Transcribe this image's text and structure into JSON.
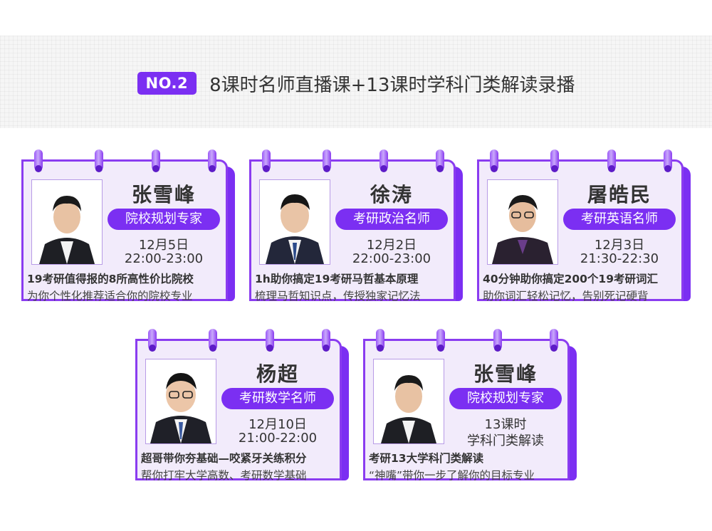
{
  "header": {
    "badge": "NO.2",
    "title": "8课时名师直播课+13课时学科门类解读录播"
  },
  "cards": [
    {
      "name": "张雪峰",
      "role": "院校规划专家",
      "date": "12月5日",
      "time": "22:00-23:00",
      "line1": "19考研值得报的8所高性价比院校",
      "line2": "为你个性化推荐适合你的院校专业"
    },
    {
      "name": "徐涛",
      "role": "考研政治名师",
      "date": "12月2日",
      "time": "22:00-23:00",
      "line1": "1h助你搞定19考研马哲基本原理",
      "line2": "梳理马哲知识点，传授独家记忆法"
    },
    {
      "name": "屠皓民",
      "role": "考研英语名师",
      "date": "12月3日",
      "time": "21:30-22:30",
      "line1": "40分钟助你搞定200个19考研词汇",
      "line2": "助你词汇轻松记忆，告别死记硬背"
    },
    {
      "name": "杨超",
      "role": "考研数学名师",
      "date": "12月10日",
      "time": "21:00-22:00",
      "line1": "超哥带你夯基础—咬紧牙关练积分",
      "line2": "帮你打牢大学高数、考研数学基础"
    },
    {
      "name": "张雪峰",
      "role": "院校规划专家",
      "date": "13课时",
      "time": "学科门类解读",
      "line1": "考研13大学科门类解读",
      "line2": "“神嘴”带你一步了解你的目标专业"
    }
  ]
}
